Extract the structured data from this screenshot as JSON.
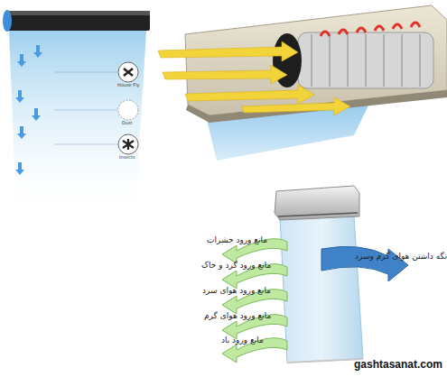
{
  "diagram": {
    "labels": [
      "House Fly",
      "Dust",
      "Insects",
      "مانع ورود حشرات",
      "مانع ورود گرد و خاک",
      "مانع ورود هوای سرد",
      "مانع ورود هوای گرم",
      "مانع ورود باد",
      "نگه داشتن هوای گرم وسرد",
      "gashtasanat.com"
    ]
  }
}
